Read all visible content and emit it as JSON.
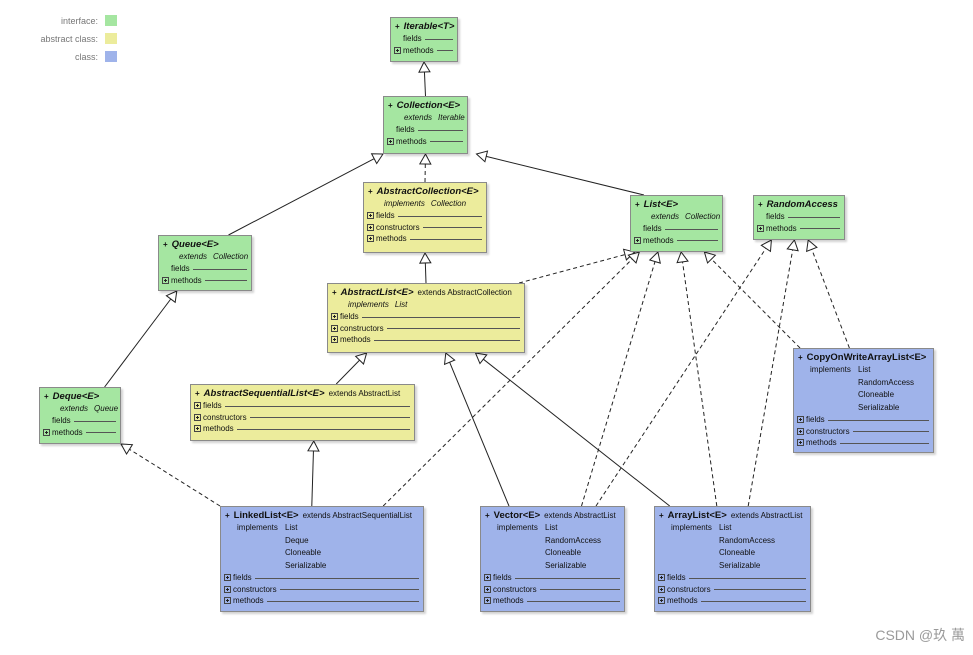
{
  "colors": {
    "interface": "#a5e6a1",
    "abstract_class": "#ecec9c",
    "class": "#9fb3ea",
    "edge": "#222222"
  },
  "legend": [
    {
      "label": "interface:",
      "kind": "interface"
    },
    {
      "label": "abstract class:",
      "kind": "abstract_class"
    },
    {
      "label": "class:",
      "kind": "class"
    }
  ],
  "nodes": {
    "iterable": {
      "name": "Iterable<T>",
      "kind": "interface",
      "plus": "+",
      "sections": [
        "fields",
        "methods"
      ]
    },
    "collection": {
      "name": "Collection<E>",
      "kind": "interface",
      "plus": "+",
      "sub_kw": "extends",
      "sub_val": "Iterable",
      "sections": [
        "fields",
        "methods"
      ]
    },
    "abscoll": {
      "name": "AbstractCollection<E>",
      "kind": "abstract_class",
      "plus": "+",
      "sub_kw": "implements",
      "sub_val": "Collection",
      "sections": [
        "fields",
        "constructors",
        "methods"
      ]
    },
    "list": {
      "name": "List<E>",
      "kind": "interface",
      "plus": "+",
      "sub_kw": "extends",
      "sub_val": "Collection",
      "sections": [
        "fields",
        "methods"
      ]
    },
    "randomaccess": {
      "name": "RandomAccess",
      "kind": "interface",
      "plus": "+",
      "sections": [
        "fields",
        "methods"
      ]
    },
    "queue": {
      "name": "Queue<E>",
      "kind": "interface",
      "plus": "+",
      "sub_kw": "extends",
      "sub_val": "Collection",
      "sections": [
        "fields",
        "methods"
      ]
    },
    "abslist": {
      "name": "AbstractList<E>",
      "kind": "abstract_class",
      "plus": "+",
      "ext": "extends AbstractCollection",
      "sub_kw": "implements",
      "sub_val": "List",
      "sections": [
        "fields",
        "constructors",
        "methods"
      ]
    },
    "cow": {
      "name": "CopyOnWriteArrayList<E>",
      "kind": "class",
      "plus": "+",
      "impl_kw": "implements",
      "impl": [
        "List",
        "RandomAccess",
        "Cloneable",
        "Serializable"
      ],
      "sections": [
        "fields",
        "constructors",
        "methods"
      ]
    },
    "deque": {
      "name": "Deque<E>",
      "kind": "interface",
      "plus": "+",
      "sub_kw": "extends",
      "sub_val": "Queue",
      "sections": [
        "fields",
        "methods"
      ]
    },
    "absseq": {
      "name": "AbstractSequentialList<E>",
      "kind": "abstract_class",
      "plus": "+",
      "ext": "extends AbstractList",
      "sections": [
        "fields",
        "constructors",
        "methods"
      ]
    },
    "linkedlist": {
      "name": "LinkedList<E>",
      "kind": "class",
      "plus": "+",
      "ext": "extends AbstractSequentialList",
      "impl_kw": "implements",
      "impl": [
        "List",
        "Deque",
        "Cloneable",
        "Serializable"
      ],
      "sections": [
        "fields",
        "constructors",
        "methods"
      ]
    },
    "vector": {
      "name": "Vector<E>",
      "kind": "class",
      "plus": "+",
      "ext": "extends AbstractList",
      "impl_kw": "implements",
      "impl": [
        "List",
        "RandomAccess",
        "Cloneable",
        "Serializable"
      ],
      "sections": [
        "fields",
        "constructors",
        "methods"
      ]
    },
    "arraylist": {
      "name": "ArrayList<E>",
      "kind": "class",
      "plus": "+",
      "ext": "extends AbstractList",
      "impl_kw": "implements",
      "impl": [
        "List",
        "RandomAccess",
        "Cloneable",
        "Serializable"
      ],
      "sections": [
        "fields",
        "constructors",
        "methods"
      ]
    }
  },
  "edges": [
    {
      "from": "collection",
      "to": "iterable",
      "style": "solid"
    },
    {
      "from": "abscoll",
      "to": "collection",
      "style": "dashed"
    },
    {
      "from": "list",
      "to": "collection",
      "style": "solid"
    },
    {
      "from": "queue",
      "to": "collection",
      "style": "solid"
    },
    {
      "from": "abslist",
      "to": "abscoll",
      "style": "solid"
    },
    {
      "from": "abslist",
      "to": "list",
      "style": "dashed"
    },
    {
      "from": "deque",
      "to": "queue",
      "style": "solid"
    },
    {
      "from": "absseq",
      "to": "abslist",
      "style": "solid"
    },
    {
      "from": "cow",
      "to": "list",
      "style": "dashed"
    },
    {
      "from": "cow",
      "to": "randomaccess",
      "style": "dashed"
    },
    {
      "from": "linkedlist",
      "to": "absseq",
      "style": "solid"
    },
    {
      "from": "linkedlist",
      "to": "deque",
      "style": "dashed"
    },
    {
      "from": "linkedlist",
      "to": "list",
      "style": "dashed"
    },
    {
      "from": "vector",
      "to": "abslist",
      "style": "solid"
    },
    {
      "from": "vector",
      "to": "list",
      "style": "dashed"
    },
    {
      "from": "vector",
      "to": "randomaccess",
      "style": "dashed"
    },
    {
      "from": "arraylist",
      "to": "abslist",
      "style": "solid"
    },
    {
      "from": "arraylist",
      "to": "list",
      "style": "dashed"
    },
    {
      "from": "arraylist",
      "to": "randomaccess",
      "style": "dashed"
    }
  ],
  "watermark": "CSDN @玖 萬"
}
